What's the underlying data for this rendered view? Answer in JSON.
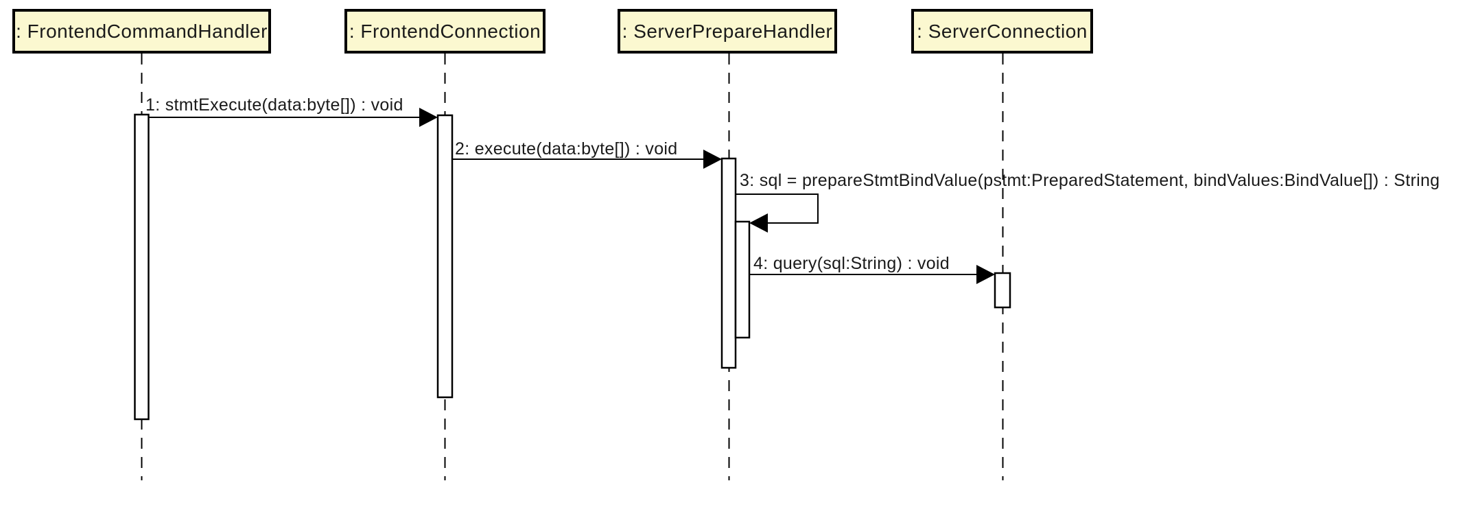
{
  "diagram": {
    "type": "uml-sequence-diagram",
    "colors": {
      "actor_fill": "#fbf8d0",
      "line": "#000000",
      "text": "#1a1a1a",
      "background": "#ffffff"
    },
    "actors": [
      {
        "label": ": FrontendCommandHandler"
      },
      {
        "label": ": FrontendConnection"
      },
      {
        "label": ": ServerPrepareHandler"
      },
      {
        "label": ": ServerConnection"
      }
    ],
    "messages": [
      {
        "num": "1",
        "label": "1: stmtExecute(data:byte[]) : void",
        "from": ": FrontendCommandHandler",
        "to": ": FrontendConnection",
        "kind": "call"
      },
      {
        "num": "2",
        "label": "2: execute(data:byte[]) : void",
        "from": ": FrontendConnection",
        "to": ": ServerPrepareHandler",
        "kind": "call"
      },
      {
        "num": "3",
        "label": "3: sql = prepareStmtBindValue(pstmt:PreparedStatement, bindValues:BindValue[]) : String",
        "from": ": ServerPrepareHandler",
        "to": ": ServerPrepareHandler",
        "kind": "self-call"
      },
      {
        "num": "4",
        "label": "4: query(sql:String) : void",
        "from": ": ServerPrepareHandler",
        "to": ": ServerConnection",
        "kind": "call"
      }
    ]
  }
}
